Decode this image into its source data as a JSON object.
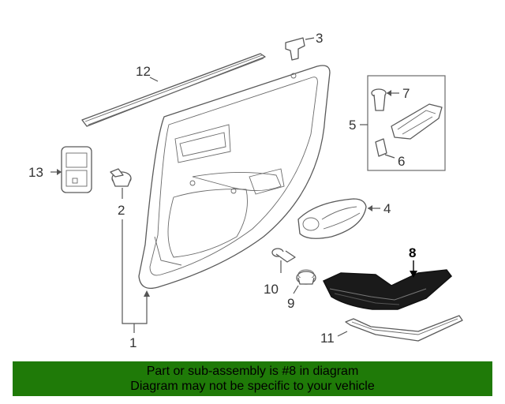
{
  "diagram": {
    "labels": {
      "p1": "1",
      "p2": "2",
      "p3": "3",
      "p4": "4",
      "p5": "5",
      "p6": "6",
      "p7": "7",
      "p8": "8",
      "p9": "9",
      "p10": "10",
      "p11": "11",
      "p12": "12",
      "p13": "13"
    },
    "highlighted_part": "8"
  },
  "banner": {
    "line1": "Part or sub-assembly is #8 in diagram",
    "line2": "Diagram may not be specific to your vehicle",
    "color": "#1f7a08"
  }
}
